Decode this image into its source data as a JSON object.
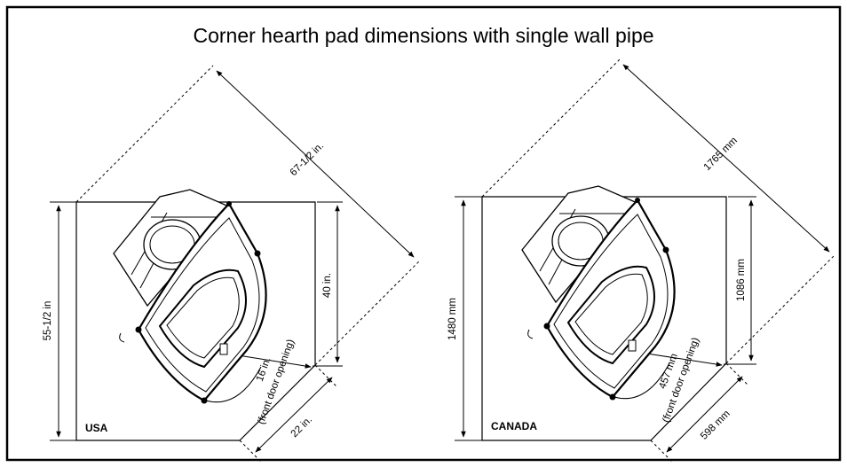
{
  "title": "Corner hearth pad dimensions with single wall pipe",
  "usa": {
    "region_label": "USA",
    "diagonal_width": "67-1/2 in.",
    "side_depth": "55-1/2 in",
    "inner_depth": "40 in.",
    "front_clearance": "16 in.",
    "front_clearance_note": "(front door opening)",
    "front_extension": "22 in."
  },
  "canada": {
    "region_label": "CANADA",
    "diagonal_width": "1765 mm",
    "side_depth": "1480 mm",
    "inner_depth": "1086 mm",
    "front_clearance": "457 mm",
    "front_clearance_note": "(front door opening)",
    "front_extension": "598 mm"
  }
}
